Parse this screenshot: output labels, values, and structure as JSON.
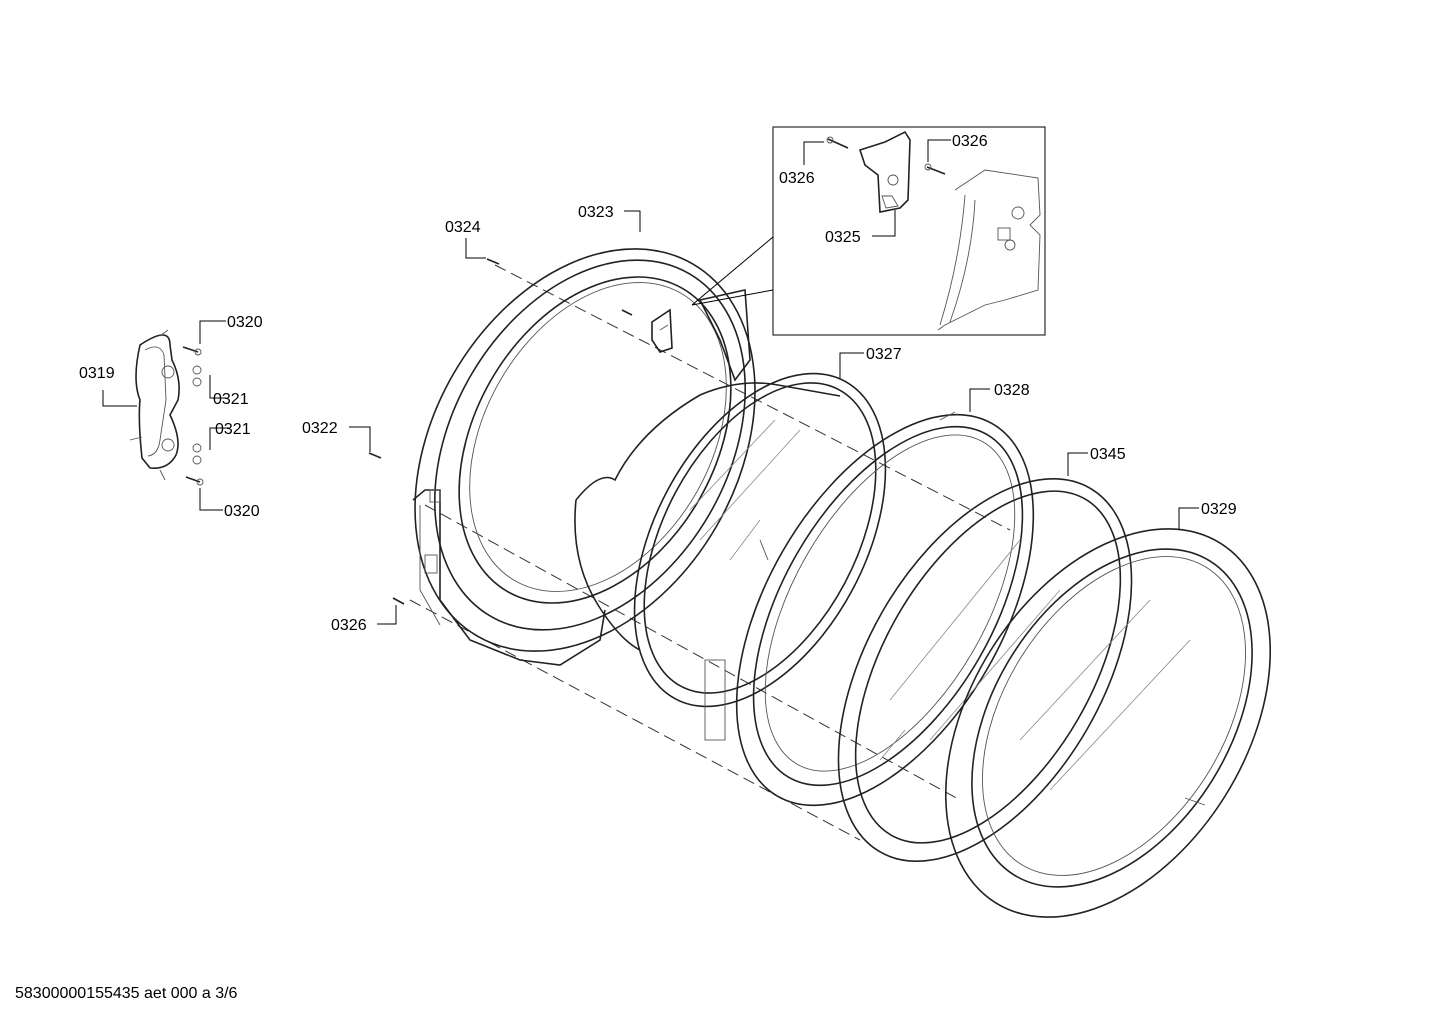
{
  "callouts": {
    "c0319": "0319",
    "c0320_top": "0320",
    "c0320_bottom": "0320",
    "c0321_top": "0321",
    "c0321_bottom": "0321",
    "c0322": "0322",
    "c0323": "0323",
    "c0324": "0324",
    "c0325": "0325",
    "c0326_inset_left": "0326",
    "c0326_inset_right": "0326",
    "c0326_bottom": "0326",
    "c0327": "0327",
    "c0328": "0328",
    "c0329": "0329",
    "c0345": "0345"
  },
  "footer": {
    "document_id": "58300000155435 aet 000 a 3/6"
  }
}
